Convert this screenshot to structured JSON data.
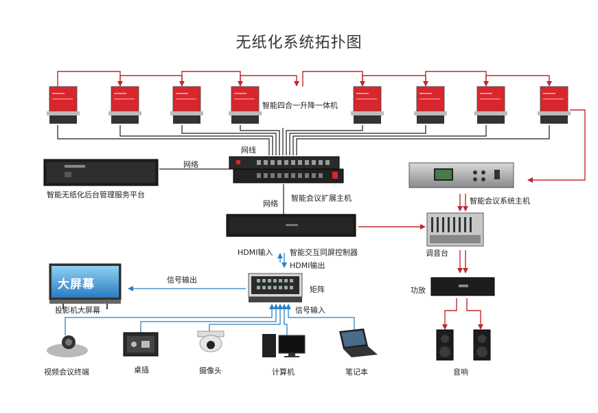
{
  "title": "无纸化系统拓扑图",
  "labels": {
    "terminal_unit": "智能四合一升降一体机",
    "network_cable": "网线",
    "network_left": "网络",
    "network_mid": "网络",
    "backend_server": "智能无纸化后台管理服务平台",
    "expansion_host": "智能会议扩展主机",
    "conference_host": "智能会议系统主机",
    "hdmi_in": "HDMI输入",
    "hdmi_out": "HDMI输出",
    "interactive_controller": "智能交互同屏控制器",
    "mixer": "调音台",
    "amplifier": "功放",
    "matrix": "矩阵",
    "signal_out": "信号输出",
    "signal_in": "信号输入",
    "projector_screen": "投影机大屏幕",
    "screen_text": "大屏幕",
    "video_terminal": "视频会议终端",
    "desk_socket": "桌插",
    "camera": "摄像头",
    "computer": "计算机",
    "laptop": "笔记本",
    "speaker": "音响"
  },
  "colors": {
    "arrow_red": "#c0272d",
    "arrow_blue": "#2a7fc1",
    "screen_red": "#d8262c",
    "device_dark": "#2b2b2b"
  }
}
